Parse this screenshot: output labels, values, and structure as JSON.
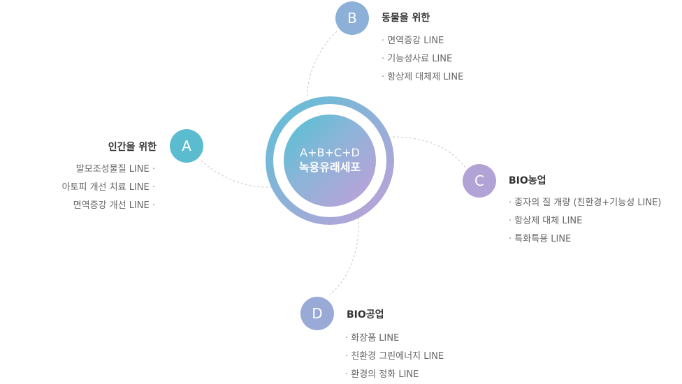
{
  "colors": {
    "a": "#5bbcd0",
    "b": "#8cb0d8",
    "c": "#b2a3d6",
    "d": "#9aaad6",
    "ring_start": "#5ac0d6",
    "ring_end": "#c39fd8",
    "link": "#d2d2d2"
  },
  "center": {
    "line1": "A+B+C+D",
    "line2": "녹용유래세포"
  },
  "nodes": {
    "a": {
      "badge": "A",
      "title": "인간을 위한",
      "items": [
        {
          "text": "발모조성물질 LINE",
          "bullet": "·"
        },
        {
          "text": "아토피 개선 치료 LINE",
          "bullet": "·"
        },
        {
          "text": "면역증강 개선 LINE",
          "bullet": "·"
        }
      ]
    },
    "b": {
      "badge": "B",
      "title": "동물을 위한",
      "items": [
        {
          "text": "면역증강 LINE",
          "bullet": "·"
        },
        {
          "text": "기능성사료 LINE",
          "bullet": "·"
        },
        {
          "text": "항상제 대체제 LINE",
          "bullet": "·"
        }
      ]
    },
    "c": {
      "badge": "C",
      "title": "BIO농업",
      "items": [
        {
          "text": "종자의 질 개량 (친환경+기능성 LINE)",
          "bullet": "·"
        },
        {
          "text": "항상제 대체 LINE",
          "bullet": "·"
        },
        {
          "text": "특화특용 LINE",
          "bullet": "·"
        }
      ]
    },
    "d": {
      "badge": "D",
      "title": "BIO공업",
      "items": [
        {
          "text": "화장품 LINE",
          "bullet": "·"
        },
        {
          "text": "친환경 그린에너지 LINE",
          "bullet": "·"
        },
        {
          "text": "환경의 정화 LINE",
          "bullet": "·"
        }
      ]
    }
  }
}
